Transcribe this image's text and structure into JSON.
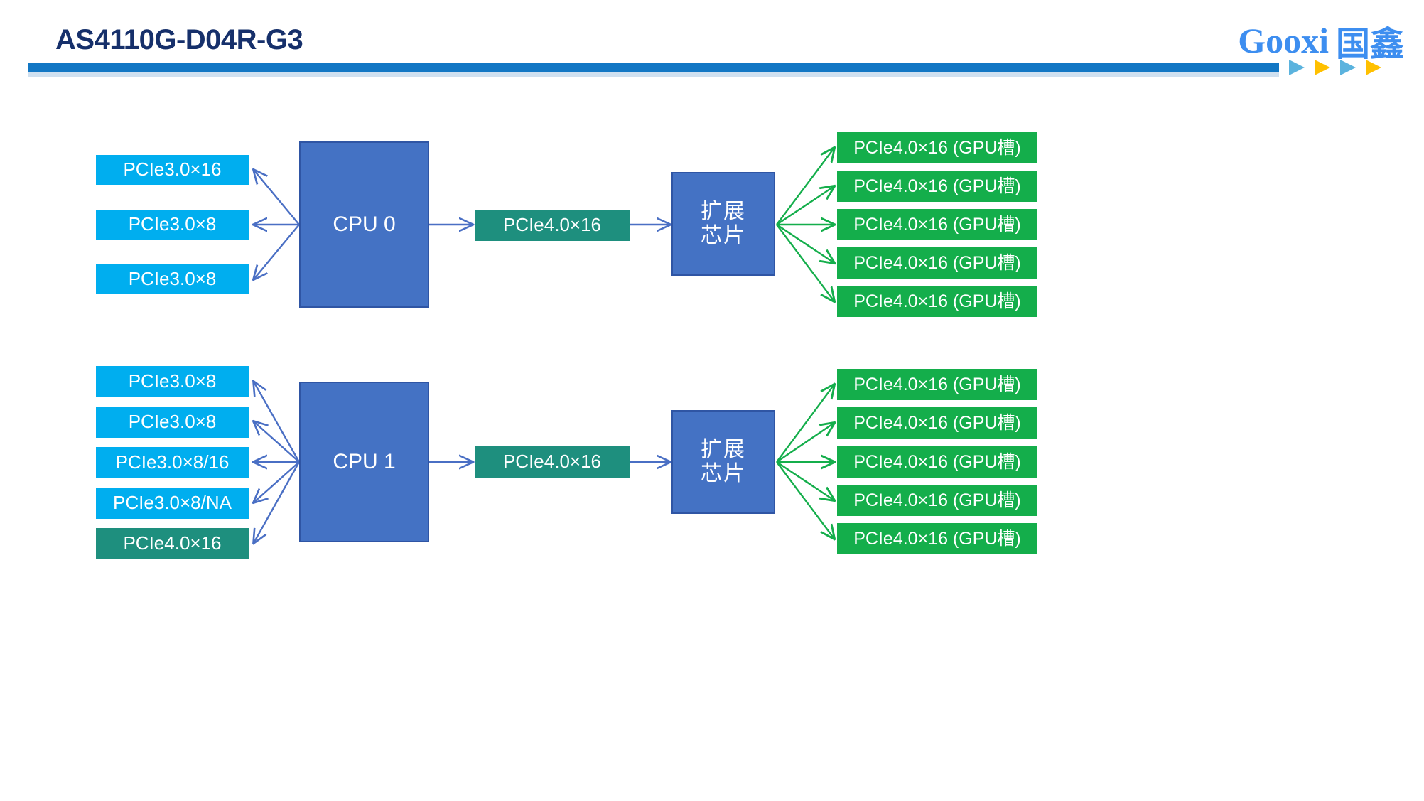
{
  "header": {
    "title": "AS4110G-D04R-G3",
    "brand_latin": "Gooxi",
    "brand_cjk": "国鑫",
    "accent_bar_color": "#1277c4",
    "triangle_colors": [
      "#5bb3de",
      "#ffc000",
      "#5bb3de",
      "#ffc000"
    ]
  },
  "colors": {
    "cyan_box": "#00AEEF",
    "teal_box": "#1E8F7E",
    "green_box": "#14AE4B",
    "cpu_box": "#4472C4",
    "blue_arrow": "#4a6fc4",
    "green_arrow": "#14AE4B",
    "title_text": "#16306b"
  },
  "diagram": {
    "type": "block-diagram",
    "groups": [
      {
        "id": "cpu0-group",
        "cpu": {
          "label": "CPU 0"
        },
        "left_slots": [
          {
            "label": "PCIe3.0×16",
            "style": "cyan"
          },
          {
            "label": "PCIe3.0×8",
            "style": "cyan"
          },
          {
            "label": "PCIe3.0×8",
            "style": "cyan"
          }
        ],
        "uplink": {
          "label": "PCIe4.0×16",
          "style": "teal"
        },
        "switch": {
          "line1": "扩展",
          "line2": "芯片"
        },
        "gpu_slots": [
          {
            "label": "PCIe4.0×16 (GPU槽)"
          },
          {
            "label": "PCIe4.0×16 (GPU槽)"
          },
          {
            "label": "PCIe4.0×16 (GPU槽)"
          },
          {
            "label": "PCIe4.0×16 (GPU槽)"
          },
          {
            "label": "PCIe4.0×16 (GPU槽)"
          }
        ]
      },
      {
        "id": "cpu1-group",
        "cpu": {
          "label": "CPU 1"
        },
        "left_slots": [
          {
            "label": "PCIe3.0×8",
            "style": "cyan"
          },
          {
            "label": "PCIe3.0×8",
            "style": "cyan"
          },
          {
            "label": "PCIe3.0×8/16",
            "style": "cyan"
          },
          {
            "label": "PCIe3.0×8/NA",
            "style": "cyan"
          },
          {
            "label": "PCIe4.0×16",
            "style": "teal"
          }
        ],
        "uplink": {
          "label": "PCIe4.0×16",
          "style": "teal"
        },
        "switch": {
          "line1": "扩展",
          "line2": "芯片"
        },
        "gpu_slots": [
          {
            "label": "PCIe4.0×16 (GPU槽)"
          },
          {
            "label": "PCIe4.0×16 (GPU槽)"
          },
          {
            "label": "PCIe4.0×16 (GPU槽)"
          },
          {
            "label": "PCIe4.0×16 (GPU槽)"
          },
          {
            "label": "PCIe4.0×16 (GPU槽)"
          }
        ]
      }
    ]
  }
}
